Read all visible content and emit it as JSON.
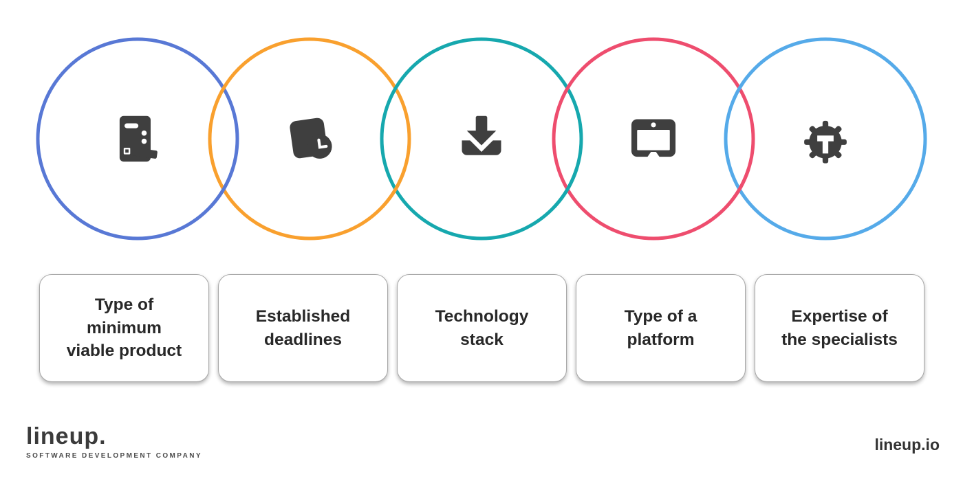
{
  "diagram": {
    "layout": "five-interlocked-rings-with-label-cards",
    "icon_color": "#3F3F3F"
  },
  "circles": [
    {
      "name": "mvp",
      "color": "#5878D5",
      "icon": "document-pencil-icon"
    },
    {
      "name": "deadlines",
      "color": "#F9A02E",
      "icon": "calendar-clock-icon"
    },
    {
      "name": "tech-stack",
      "color": "#16A8AE",
      "icon": "stack-download-icon"
    },
    {
      "name": "platform",
      "color": "#EE4D6E",
      "icon": "monitor-icon"
    },
    {
      "name": "expertise",
      "color": "#55AAE9",
      "icon": "gear-skill-icon"
    }
  ],
  "cards": [
    {
      "label": "Type of minimum viable product"
    },
    {
      "label": "Established deadlines"
    },
    {
      "label": "Technology stack"
    },
    {
      "label": "Type of a platform"
    },
    {
      "label": "Expertise of the specialists"
    }
  ],
  "footer": {
    "logo_text": "lineup.",
    "logo_tagline": "SOFTWARE DEVELOPMENT COMPANY",
    "website": "lineup.io"
  }
}
